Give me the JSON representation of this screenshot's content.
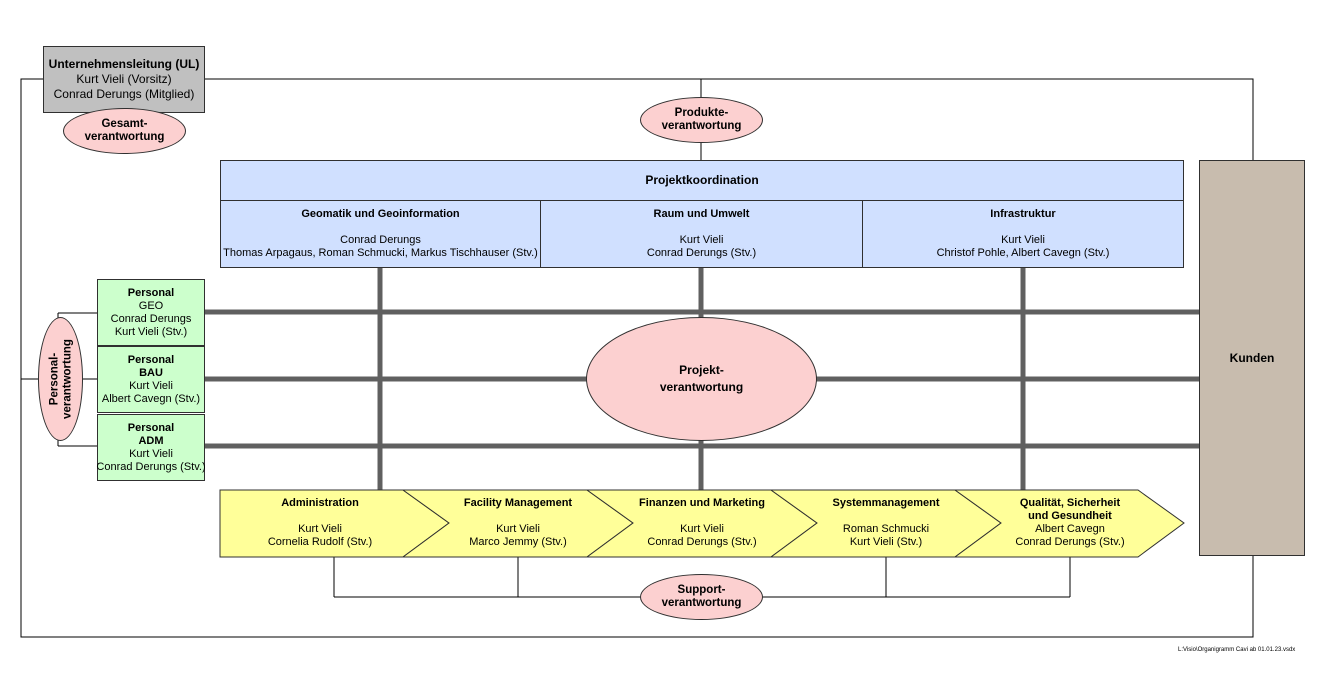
{
  "leadership": {
    "title": "Unternehmensleitung (UL)",
    "line1": "Kurt Vieli (Vorsitz)",
    "line2": "Conrad Derungs (Mitglied)"
  },
  "responsibilities": {
    "overall": {
      "line1": "Gesamt-",
      "line2": "verantwortung"
    },
    "product": {
      "line1": "Produkte-",
      "line2": "verantwortung"
    },
    "project": {
      "line1": "Projekt-",
      "line2": "verantwortung"
    },
    "support": {
      "line1": "Support-",
      "line2": "verantwortung"
    },
    "personnel": {
      "line1": "Personal-",
      "line2": "verantwortung"
    }
  },
  "coordination": {
    "title": "Projektkoordination",
    "columns": [
      {
        "title": "Geomatik und Geoinformation",
        "line1": "Conrad Derungs",
        "line2": "Thomas Arpagaus, Roman Schmucki, Markus Tischhauser (Stv.)"
      },
      {
        "title": "Raum und Umwelt",
        "line1": "Kurt Vieli",
        "line2": "Conrad Derungs (Stv.)"
      },
      {
        "title": "Infrastruktur",
        "line1": "Kurt Vieli",
        "line2": "Christof Pohle, Albert Cavegn (Stv.)"
      }
    ]
  },
  "personnel": [
    {
      "title": "Personal",
      "unit": "GEO",
      "line1": "Conrad Derungs",
      "line2": "Kurt Vieli (Stv.)"
    },
    {
      "title": "Personal",
      "unit": "BAU",
      "line1": "Kurt Vieli",
      "line2": "Albert Cavegn (Stv.)"
    },
    {
      "title": "Personal",
      "unit": "ADM",
      "line1": "Kurt Vieli",
      "line2": "Conrad Derungs (Stv.)"
    }
  ],
  "customers": {
    "label": "Kunden"
  },
  "support_units": [
    {
      "title": "Administration",
      "title2": "",
      "line1": "Kurt Vieli",
      "line2": "Cornelia Rudolf (Stv.)"
    },
    {
      "title": "Facility Management",
      "title2": "",
      "line1": "Kurt Vieli",
      "line2": "Marco Jemmy (Stv.)"
    },
    {
      "title": "Finanzen und Marketing",
      "title2": "",
      "line1": "Kurt Vieli",
      "line2": "Conrad Derungs (Stv.)"
    },
    {
      "title": "Systemmanagement",
      "title2": "",
      "line1": "Roman Schmucki",
      "line2": "Kurt Vieli (Stv.)"
    },
    {
      "title": "Qualität, Sicherheit",
      "title2": "und Gesundheit",
      "line1": "Albert Cavegn",
      "line2": "Conrad Derungs (Stv.)"
    }
  ],
  "footer": {
    "file_path": "L:Visio\\Organigramm Cavi ab 01.01.23.vsdx"
  },
  "colors": {
    "coordination_fill": "#d0e0ff",
    "personnel_fill": "#ccffcc",
    "support_fill": "#ffff99",
    "ellipse_fill": "#fcd0d0",
    "leadership_fill": "#c0c0c0",
    "customers_fill": "#c8bcae",
    "matrix_line": "#606060"
  }
}
